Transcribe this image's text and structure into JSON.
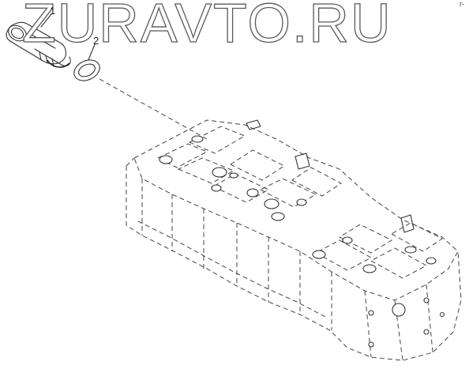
{
  "watermark": {
    "text": "ZURAVTO.RU"
  },
  "callouts": [
    {
      "label": "1"
    },
    {
      "label": "2"
    }
  ],
  "corner_mark": {
    "text": "r-"
  },
  "colors": {
    "line": "#333333",
    "background": "#ffffff"
  }
}
